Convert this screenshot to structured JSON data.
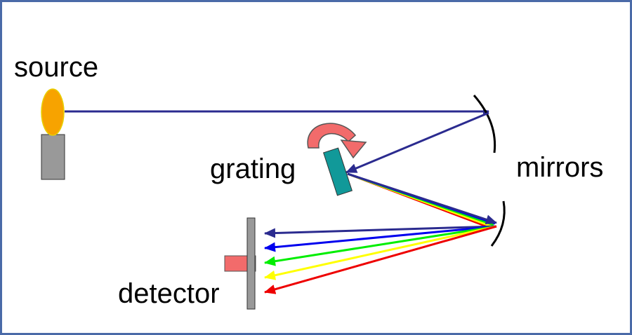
{
  "labels": {
    "source": "source",
    "grating": "grating",
    "mirrors": "mirrors",
    "detector": "detector"
  },
  "colors": {
    "frame": "#4a6aa8",
    "beam": "#2b2b8f",
    "flame": "#f7a300",
    "lamp_base": "#999999",
    "grating": "#119999",
    "rotation_arrow": "#f26b6b",
    "detector_sensor": "#f26b6b",
    "detector_plate": "#999999",
    "ray_colors": [
      "#2b2b8f",
      "#0000ee",
      "#00ee00",
      "#ffff00",
      "#ee0000"
    ]
  },
  "icons": {
    "rotation": "curved-rotation-arrow-icon"
  }
}
